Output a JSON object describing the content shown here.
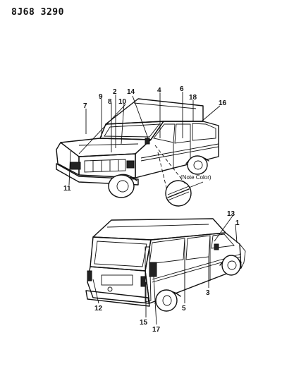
{
  "header": {
    "code": "8J68 3290"
  },
  "callouts": {
    "c1": "1",
    "c2": "2",
    "c3": "3",
    "c4": "4",
    "c5": "5",
    "c6": "6",
    "c7": "7",
    "c8": "8",
    "c9": "9",
    "c10": "10",
    "c11": "11",
    "c12": "12",
    "c13": "13",
    "c14": "14",
    "c15": "15",
    "c16": "16",
    "c17": "17",
    "c18": "18"
  },
  "note": "(Note Color)"
}
